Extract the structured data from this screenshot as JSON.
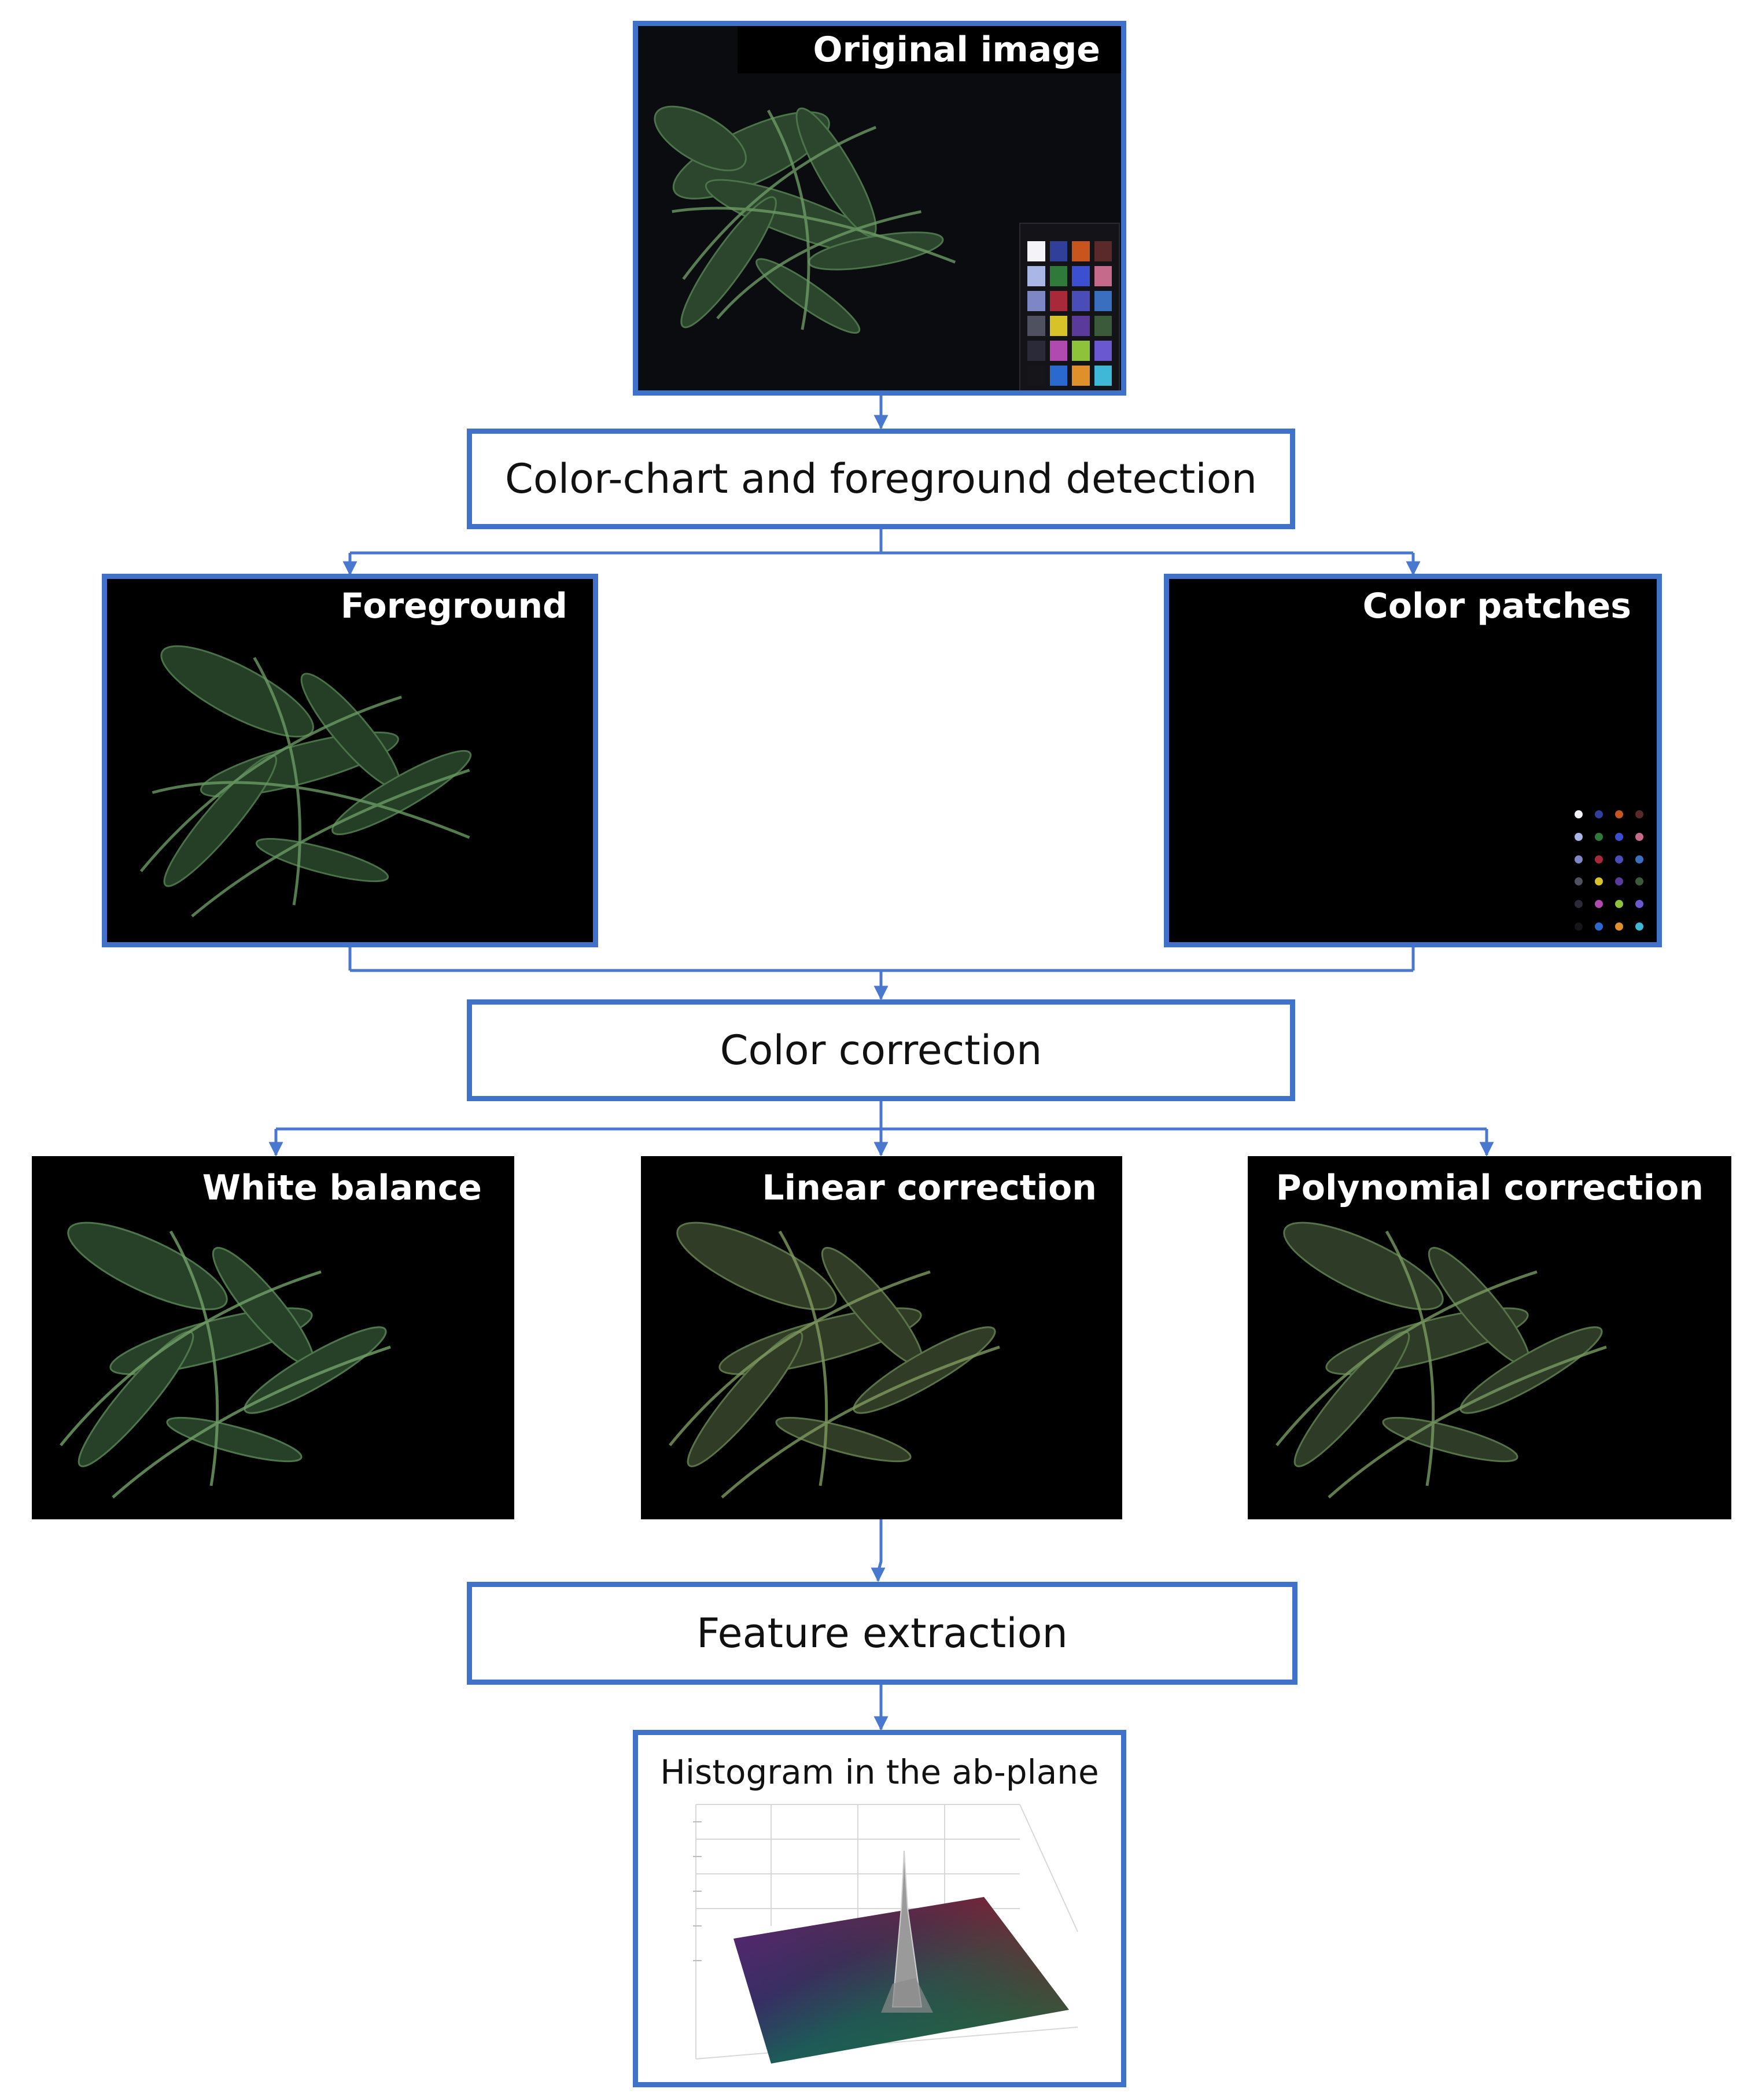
{
  "panels": {
    "original": {
      "title": "Original image"
    },
    "foreground": {
      "title": "Foreground"
    },
    "color_patches": {
      "title": "Color patches"
    },
    "white_balance": {
      "title": "White balance"
    },
    "linear": {
      "title": "Linear correction"
    },
    "polynomial": {
      "title": "Polynomial correction"
    },
    "histogram": {
      "title": "Histogram in the ab-plane"
    }
  },
  "steps": {
    "detection": "Color-chart and foreground detection",
    "color_correction": "Color correction",
    "feature_extraction": "Feature extraction"
  },
  "colors": {
    "border": "#3f72c8",
    "connector": "#4a78cf",
    "panel_bg": "#000000"
  },
  "color_chart_patches": [
    "#f4f4f8",
    "#2f3f9a",
    "#c8541e",
    "#5a2a2a",
    "#a9b6e6",
    "#2f7a3a",
    "#3c4fd0",
    "#c66a8c",
    "#7f86c6",
    "#a82a3a",
    "#4a4db8",
    "#3a6fc0",
    "#4f5160",
    "#d8c22a",
    "#5a3a9a",
    "#3a5a3a",
    "#2a2a38",
    "#b04ab0",
    "#8ec23a",
    "#6a58d0",
    "#15151a",
    "#2a6ad0",
    "#e0902a",
    "#3fb8d8"
  ]
}
